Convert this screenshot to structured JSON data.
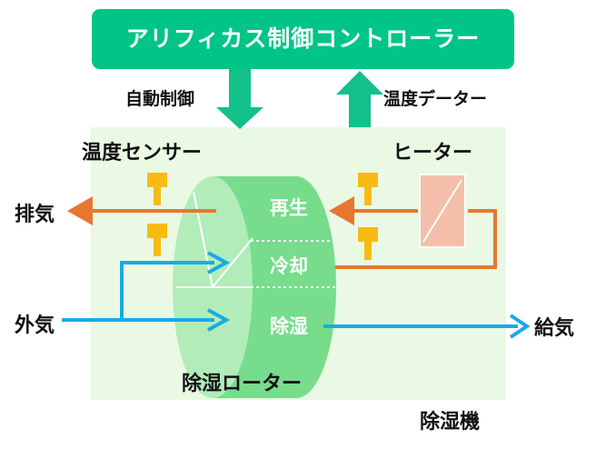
{
  "controller": {
    "label": "アリフィカス制御コントローラー"
  },
  "auto_control": {
    "label": "自動制御"
  },
  "temp_data": {
    "label": "温度データー"
  },
  "temp_sensor": {
    "label": "温度センサー"
  },
  "heater": {
    "label": "ヒーター"
  },
  "exhaust": {
    "label": "排気"
  },
  "outside_air": {
    "label": "外気"
  },
  "supply_air": {
    "label": "給気"
  },
  "rotor": {
    "label": "除湿ローター",
    "segments": [
      "再生",
      "冷却",
      "除湿"
    ]
  },
  "machine": {
    "label": "除湿機"
  },
  "colors": {
    "controller": "#00c586",
    "controller_arrow": "#12c08a",
    "machine_bg": "#e9f9e4",
    "rotor_front": "#77dc8c",
    "rotor_back": "#b2ecb9",
    "sensor": "#f8bb14",
    "hot_air": "#e7772f",
    "cool_air": "#1aaae6",
    "heater": "#f3bfaa"
  }
}
